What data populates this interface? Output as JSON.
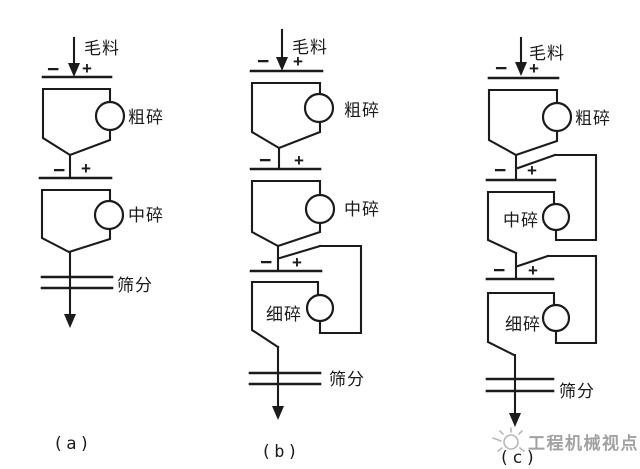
{
  "page": {
    "background": "#ffffff"
  },
  "diagram": {
    "description_colors": {
      "line": "#1b1b1b",
      "text": "#1b1b1b",
      "watermark": "#a2a2a2",
      "background": "#ffffff"
    },
    "flowsheets": [
      {
        "caption": "(a)",
        "feed_label": "毛料",
        "screens": [
          {
            "minus": "−",
            "plus": "+"
          },
          {
            "minus": "−",
            "plus": "+"
          }
        ],
        "crushers": [
          "粗碎",
          "中碎"
        ],
        "final_screen": "筛分"
      },
      {
        "caption": "(b)",
        "feed_label": "毛料",
        "screens": [
          {
            "minus": "−",
            "plus": "+"
          },
          {
            "minus": "−",
            "plus": "+"
          },
          {
            "minus": "−",
            "plus": "+"
          }
        ],
        "crushers": [
          "粗碎",
          "中碎",
          "细碎"
        ],
        "final_screen": "筛分"
      },
      {
        "caption": "(c)",
        "feed_label": "毛料",
        "screens": [
          {
            "minus": "−",
            "plus": "+"
          },
          {
            "minus": "−",
            "plus": "+"
          },
          {
            "minus": "−",
            "plus": "+"
          }
        ],
        "crushers": [
          "粗碎",
          "中碎",
          "细碎"
        ],
        "final_screen": "筛分"
      }
    ],
    "watermark": {
      "text": "工程机械视点"
    }
  }
}
